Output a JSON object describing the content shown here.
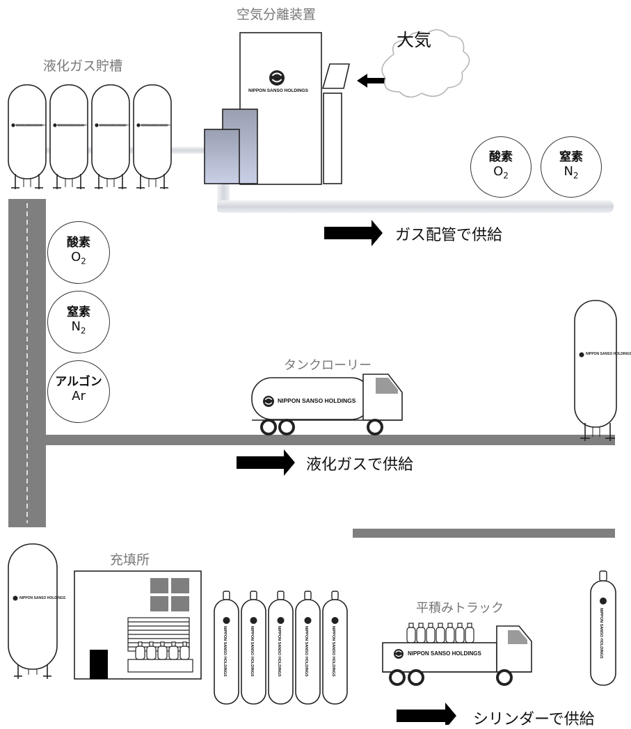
{
  "titles": {
    "asu": "空気分離装置",
    "air": "大気",
    "storage_tanks": "液化ガス貯槽",
    "tank_lorry": "タンクローリー",
    "filling_station": "充填所",
    "flatbed_truck": "平積みトラック"
  },
  "brand": {
    "logo_text": "NIPPON SANSO HOLDINGS"
  },
  "supply_methods": {
    "pipeline": "ガス配管で供給",
    "liquid": "液化ガスで供給",
    "cylinder": "シリンダーで供給"
  },
  "pipeline_gases": [
    {
      "name": "酸素",
      "symbol": "O",
      "sub": "2"
    },
    {
      "name": "窒素",
      "symbol": "N",
      "sub": "2"
    }
  ],
  "road_gases": [
    {
      "name": "酸素",
      "symbol": "O",
      "sub": "2"
    },
    {
      "name": "窒素",
      "symbol": "N",
      "sub": "2"
    },
    {
      "name": "アルゴン",
      "symbol": "Ar",
      "sub": ""
    }
  ],
  "colors": {
    "pipe": "#d9dde3",
    "road": "#7f7f7f",
    "asu_box": "#a9b0c4",
    "arrow": "#000000"
  }
}
